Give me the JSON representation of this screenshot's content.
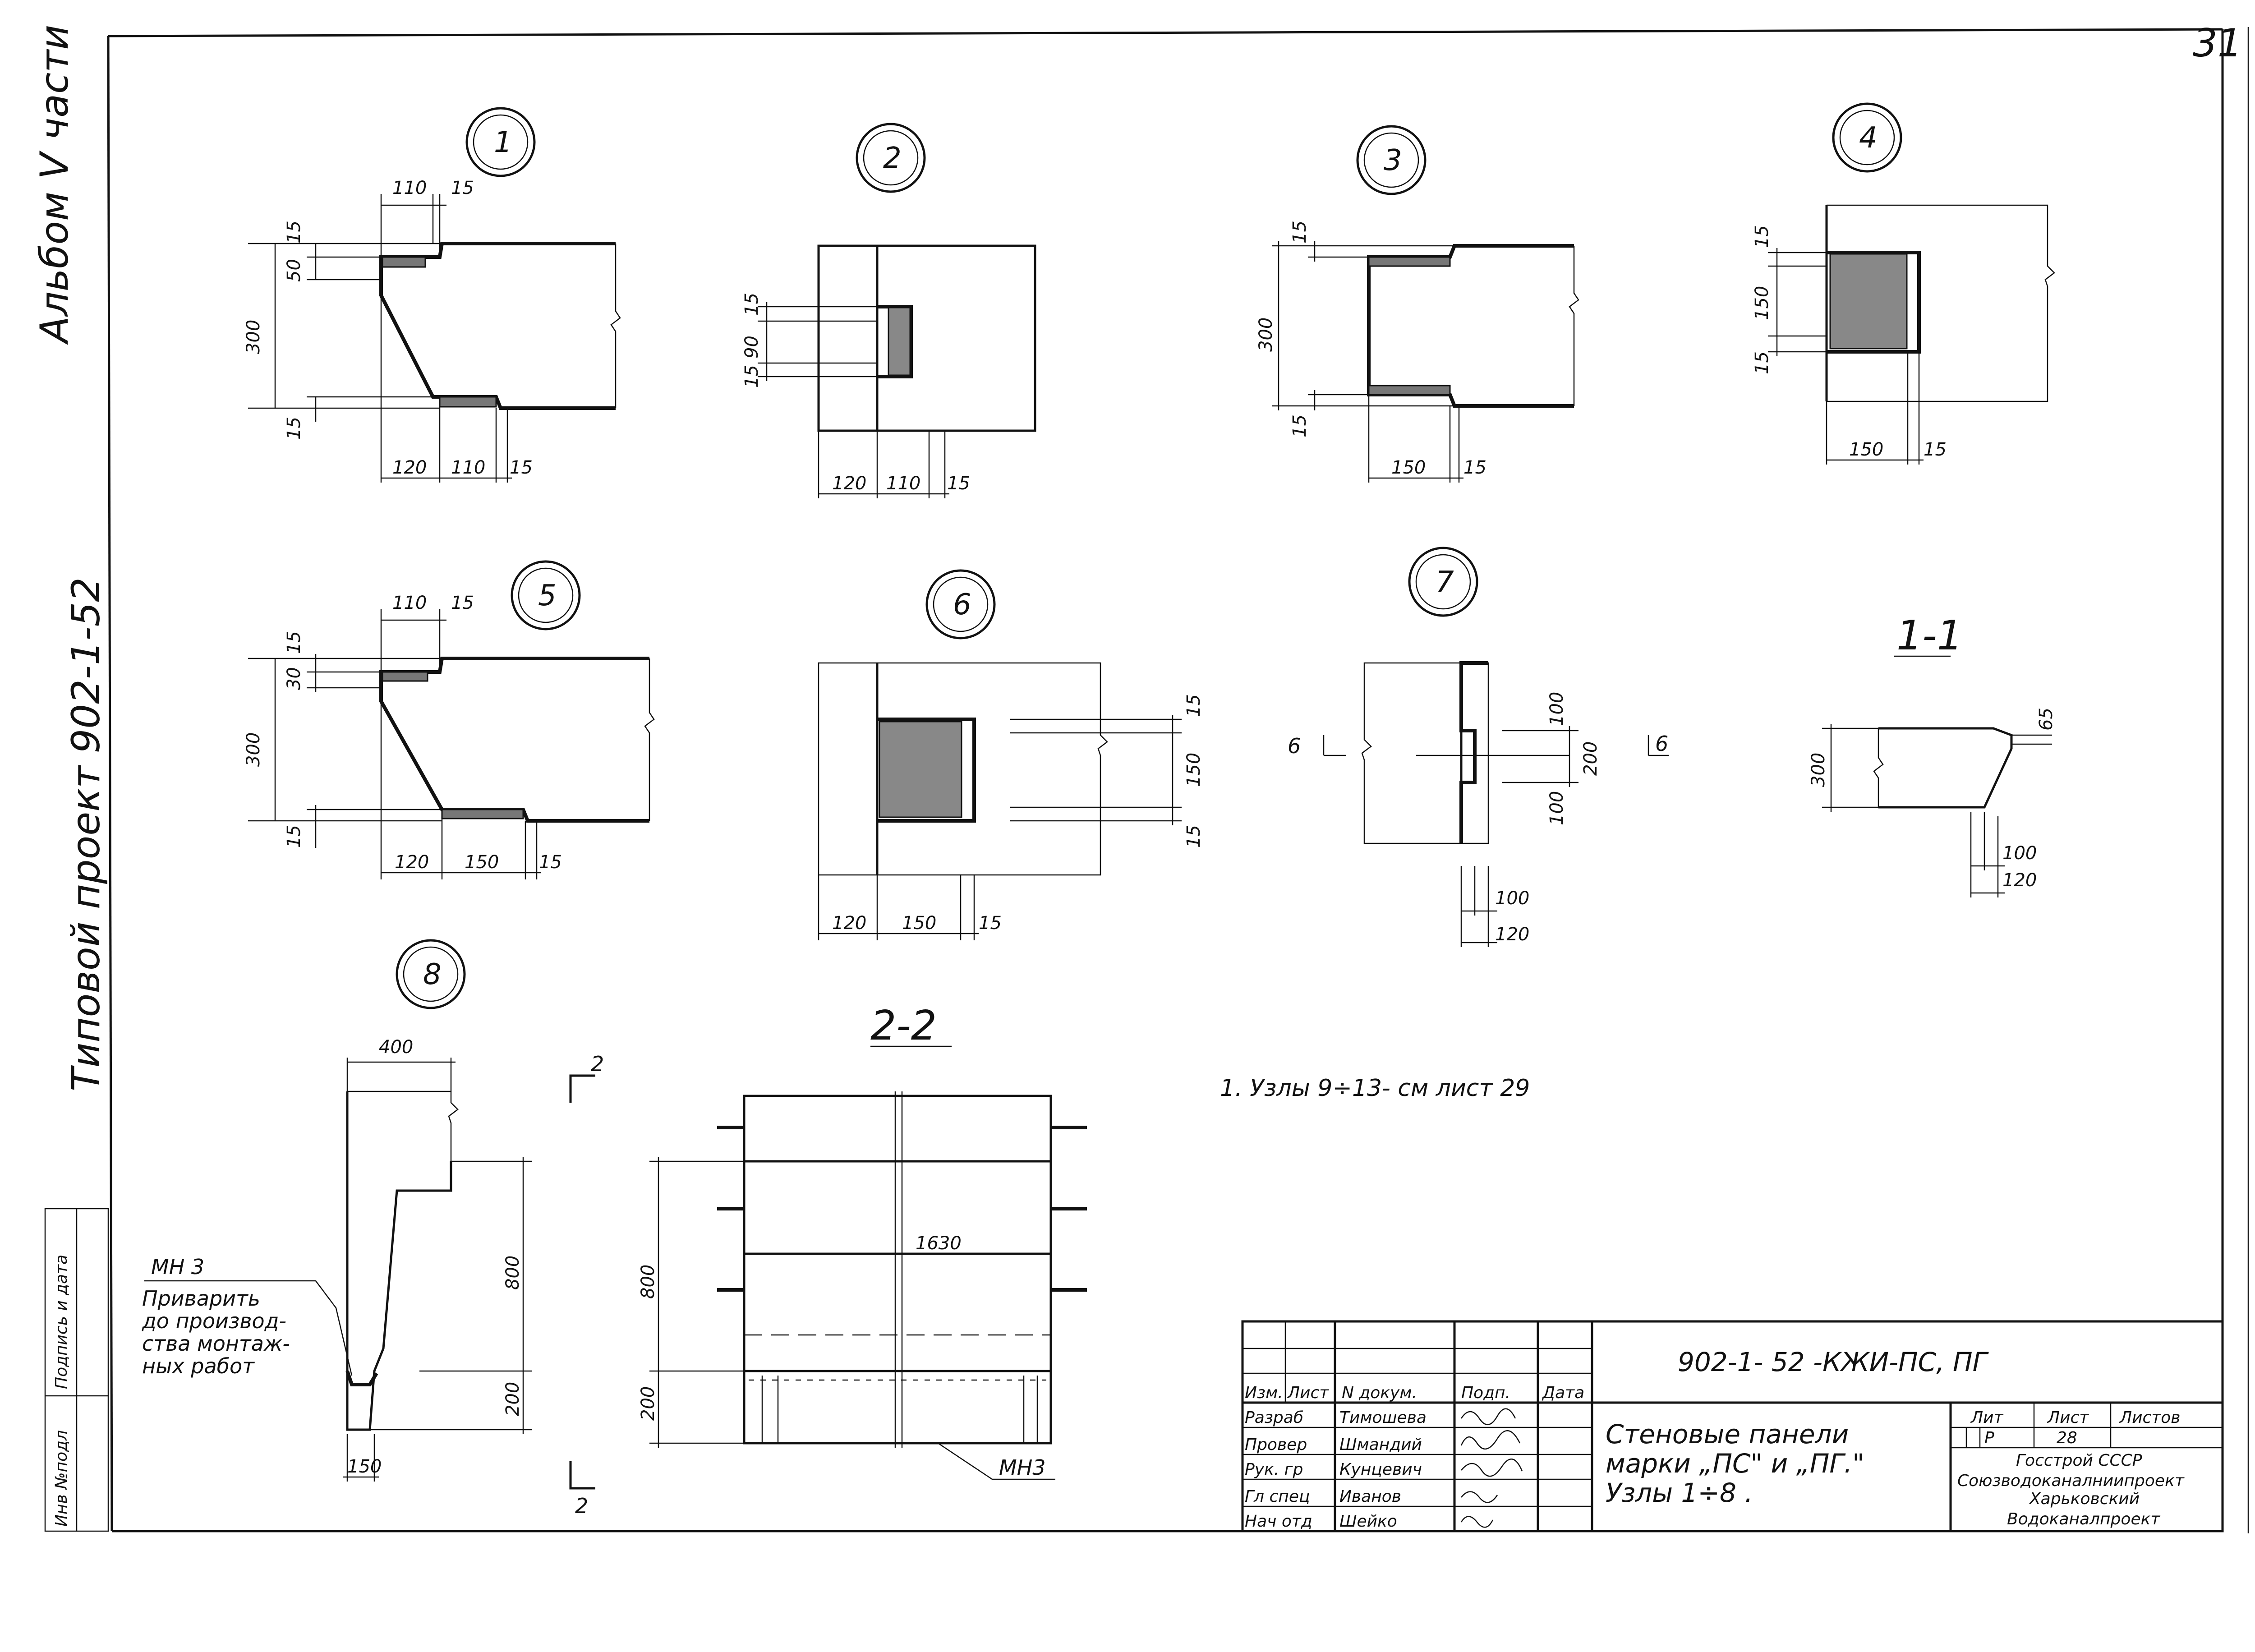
{
  "sheet_number": "31",
  "side_top": "Альбом V части",
  "side_bottom": "Типовой проект 902-1-52",
  "left_stamp": [
    "Инв №подл",
    "Подпись и дата"
  ],
  "nodes": {
    "n1": {
      "label": "1",
      "dims": [
        "110",
        "15",
        "15",
        "50",
        "300",
        "15",
        "120",
        "110",
        "15"
      ]
    },
    "n2": {
      "label": "2",
      "dims": [
        "15",
        "90",
        "15",
        "120",
        "110",
        "15"
      ]
    },
    "n3": {
      "label": "3",
      "dims": [
        "15",
        "300",
        "15",
        "150",
        "15"
      ]
    },
    "n4": {
      "label": "4",
      "dims": [
        "15",
        "150",
        "15",
        "150",
        "15"
      ]
    },
    "n5": {
      "label": "5",
      "dims": [
        "110",
        "15",
        "15",
        "30",
        "300",
        "15",
        "120",
        "150",
        "15"
      ]
    },
    "n6": {
      "label": "6",
      "dims": [
        "15",
        "150",
        "15",
        "120",
        "150",
        "15"
      ]
    },
    "n7": {
      "label": "7",
      "dims": [
        "100",
        "200",
        "100",
        "6",
        "6",
        "100",
        "120"
      ]
    },
    "s11": {
      "label": "1-1",
      "dims": [
        "65",
        "300",
        "100",
        "120"
      ]
    },
    "n8": {
      "label": "8",
      "dims": [
        "400",
        "800",
        "200",
        "150",
        "2",
        "2"
      ]
    },
    "s22": {
      "label": "2-2",
      "dims": [
        "1630",
        "800",
        "200"
      ]
    }
  },
  "mh3_label": "МН 3",
  "weld_note": [
    "Приварить",
    "до производ-",
    "ства монтаж-",
    "ных работ"
  ],
  "mh3_label_b": "МН3",
  "footnote": "1. Узлы 9÷13- см лист 29",
  "title_block": {
    "code": "902-1- 52 -КЖИ-ПС, ПГ",
    "title_lines": [
      "Стеновые панели",
      "марки „ПС\" и „ПГ.\"",
      "Узлы 1÷8 ."
    ],
    "headers": [
      "Изм.",
      "Лист",
      "N докум.",
      "Подп.",
      "Дата"
    ],
    "roles": [
      "Разраб",
      "Провер",
      "Рук. гр",
      "Гл спец",
      "Нач отд"
    ],
    "names": [
      "Тимошева",
      "Шмандий",
      "Кунцевич",
      "Иванов",
      "Шейко"
    ],
    "lit_label": "Лит",
    "list_label": "Лист",
    "lists_label": "Листов",
    "lit_value": "Р",
    "list_value": "28",
    "org": [
      "Госстрой СССР",
      "Союзводоканалниипроект",
      "Харьковский",
      "Водоканалпроект"
    ]
  }
}
